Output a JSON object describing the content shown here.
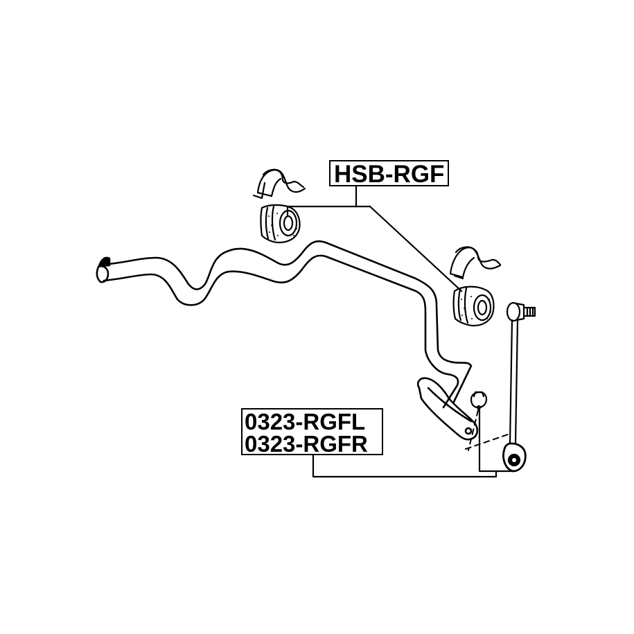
{
  "diagram": {
    "title": "Front stabilizer bar assembly (exploded view)",
    "callouts": [
      {
        "id": "bushing",
        "part_numbers": [
          "HSB-RGF"
        ],
        "points_to": "stabilizer-bushings"
      },
      {
        "id": "link",
        "part_numbers": [
          "0323-RGFL",
          "0323-RGFR"
        ],
        "points_to": "stabilizer-link"
      }
    ],
    "components": [
      "stabilizer-bar",
      "bushing-bracket-left",
      "bushing-left",
      "bushing-bracket-right",
      "bushing-right",
      "stabilizer-link",
      "link-nut-upper",
      "link-nut-lower",
      "bar-end-arm"
    ],
    "colors": {
      "line": "#000000",
      "background": "#ffffff"
    }
  }
}
